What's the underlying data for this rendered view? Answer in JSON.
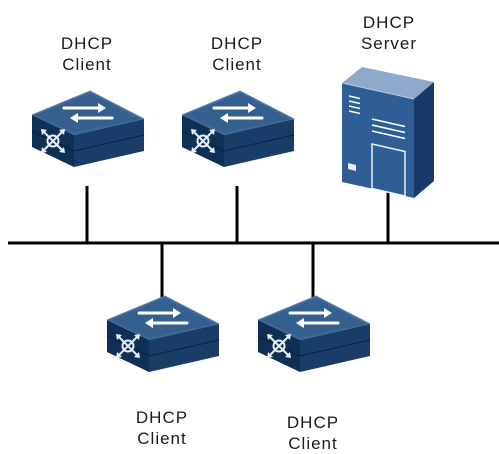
{
  "nodes": [
    {
      "id": "client-1",
      "kind": "switch",
      "label": [
        "DHCP",
        "Client"
      ]
    },
    {
      "id": "client-2",
      "kind": "switch",
      "label": [
        "DHCP",
        "Client"
      ]
    },
    {
      "id": "server",
      "kind": "server",
      "label": [
        "DHCP",
        "Server"
      ]
    },
    {
      "id": "client-3",
      "kind": "switch",
      "label": [
        "DHCP",
        "Client"
      ]
    },
    {
      "id": "client-4",
      "kind": "switch",
      "label": [
        "DHCP",
        "Client"
      ]
    }
  ],
  "colors": {
    "switch_top": "#335d8c",
    "switch_front": "#0f2f55",
    "switch_side": "#1d4370",
    "server_front": "#2d5c94",
    "server_side": "#1a3d6b",
    "server_top": "#8aa6c8",
    "line": "#000000",
    "text": "#1a1a1a"
  },
  "icons": {
    "switch": "network-switch-icon",
    "server": "server-tower-icon"
  }
}
